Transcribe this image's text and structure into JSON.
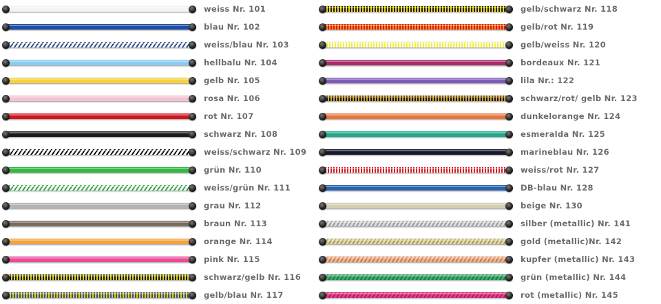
{
  "left_column": [
    {
      "label": "weiss Nr. 101",
      "colors": [
        "#f4f4f4"
      ],
      "pattern": "solid"
    },
    {
      "label": "blau Nr. 102",
      "colors": [
        "#1c4fa0"
      ],
      "pattern": "solid"
    },
    {
      "label": "weiss/blau Nr. 103",
      "colors": [
        "#ffffff",
        "#2e4f8e"
      ],
      "pattern": "diagonal"
    },
    {
      "label": "hellbalu Nr. 104",
      "colors": [
        "#8ccbf0"
      ],
      "pattern": "solid"
    },
    {
      "label": "gelb Nr. 105",
      "colors": [
        "#f4d33c"
      ],
      "pattern": "solid"
    },
    {
      "label": "rosa Nr. 106",
      "colors": [
        "#f5c2d0"
      ],
      "pattern": "solid"
    },
    {
      "label": "rot Nr. 107",
      "colors": [
        "#d2141c"
      ],
      "pattern": "solid"
    },
    {
      "label": "schwarz Nr. 108",
      "colors": [
        "#1a1a1a"
      ],
      "pattern": "solid"
    },
    {
      "label": "weiss/schwarz Nr. 109",
      "colors": [
        "#ffffff",
        "#111111"
      ],
      "pattern": "diagonal"
    },
    {
      "label": "grün Nr. 110",
      "colors": [
        "#33b844"
      ],
      "pattern": "solid"
    },
    {
      "label": "weiss/grün Nr. 111",
      "colors": [
        "#ffffff",
        "#2eaa48"
      ],
      "pattern": "diagonal"
    },
    {
      "label": "grau Nr. 112",
      "colors": [
        "#b4b4b4"
      ],
      "pattern": "solid"
    },
    {
      "label": "braun Nr. 113",
      "colors": [
        "#7b6b60"
      ],
      "pattern": "solid"
    },
    {
      "label": "orange Nr. 114",
      "colors": [
        "#f4a23c"
      ],
      "pattern": "solid"
    },
    {
      "label": "pink Nr. 115",
      "colors": [
        "#ec4a9a"
      ],
      "pattern": "solid"
    },
    {
      "label": "schwarz/gelb Nr. 116",
      "colors": [
        "#1a1a1a",
        "#d8d020"
      ],
      "pattern": "dotted"
    },
    {
      "label": "gelb/blau Nr. 117",
      "colors": [
        "#d8d020",
        "#3a4a90"
      ],
      "pattern": "dotted"
    }
  ],
  "right_column": [
    {
      "label": "gelb/schwarz Nr. 118",
      "colors": [
        "#e8d818",
        "#1a1a1a"
      ],
      "pattern": "dotted"
    },
    {
      "label": "gelb/rot Nr. 119",
      "colors": [
        "#ff8a1c",
        "#d81818"
      ],
      "pattern": "dotted"
    },
    {
      "label": "gelb/weiss Nr. 120",
      "colors": [
        "#f4ee3c",
        "#ffffff"
      ],
      "pattern": "dotted"
    },
    {
      "label": "bordeaux Nr. 121",
      "colors": [
        "#a82c6c"
      ],
      "pattern": "solid"
    },
    {
      "label": "lila Nr.: 122",
      "colors": [
        "#7d5cb8"
      ],
      "pattern": "solid"
    },
    {
      "label": "schwarz/rot/ gelb Nr. 123",
      "colors": [
        "#1a1a1a",
        "#d8a020"
      ],
      "pattern": "dotted"
    },
    {
      "label": "dunkelorange Nr. 124",
      "colors": [
        "#e8743c"
      ],
      "pattern": "solid"
    },
    {
      "label": "esmeralda Nr. 125",
      "colors": [
        "#20a88a"
      ],
      "pattern": "solid"
    },
    {
      "label": "marineblau Nr. 126",
      "colors": [
        "#161a2a"
      ],
      "pattern": "solid"
    },
    {
      "label": "weiss/rot Nr. 127",
      "colors": [
        "#ffffff",
        "#d81c24"
      ],
      "pattern": "dotted"
    },
    {
      "label": "DB-blau Nr. 128",
      "colors": [
        "#2a64b0"
      ],
      "pattern": "solid"
    },
    {
      "label": "beige Nr. 130",
      "colors": [
        "#d4ceb0"
      ],
      "pattern": "solid"
    },
    {
      "label": "silber (metallic) Nr. 141",
      "colors": [
        "#dcdcdc",
        "#9a9a9a"
      ],
      "pattern": "metallic"
    },
    {
      "label": "gold (metallic)Nr. 142",
      "colors": [
        "#e4d8a0",
        "#a89a5c"
      ],
      "pattern": "metallic"
    },
    {
      "label": "kupfer (metallic) Nr. 143",
      "colors": [
        "#f0b890",
        "#c47a50"
      ],
      "pattern": "metallic"
    },
    {
      "label": "grün (metallic) Nr. 144",
      "colors": [
        "#3cae6a",
        "#1c7a44"
      ],
      "pattern": "metallic"
    },
    {
      "label": "rot (metallic) Nr. 145",
      "colors": [
        "#e83c8a",
        "#b01c5c"
      ],
      "pattern": "metallic"
    }
  ]
}
